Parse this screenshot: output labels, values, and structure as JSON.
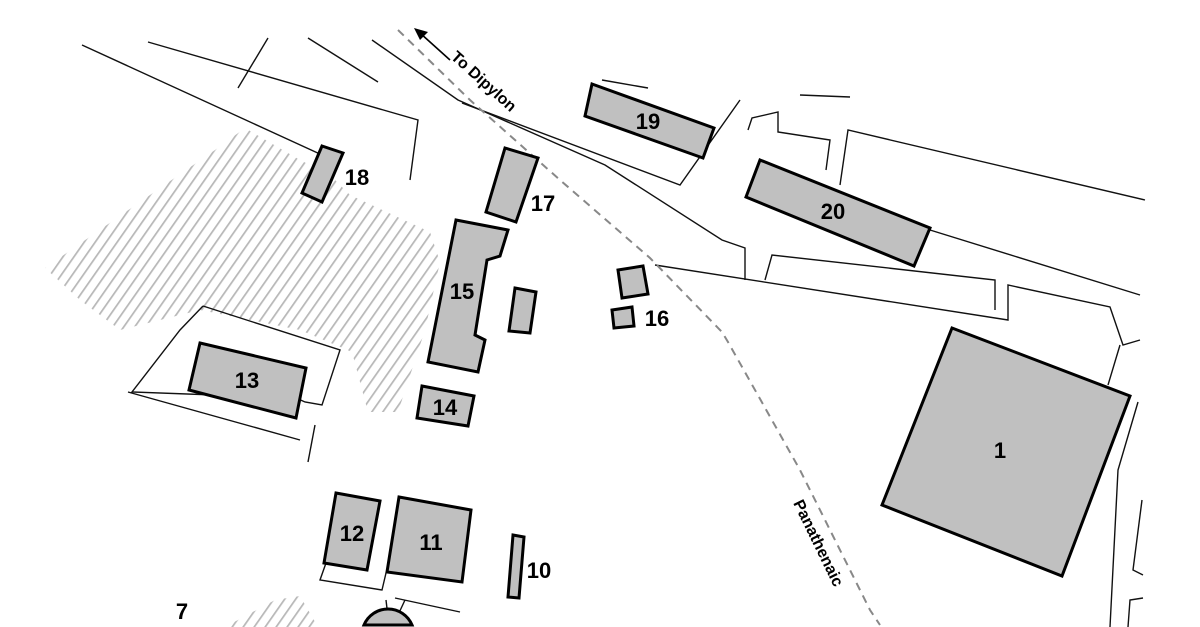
{
  "map": {
    "road_labels": {
      "dipylon": "To Dipylon",
      "panathenaic": "Panathenaic"
    },
    "buildings": {
      "b1": "1",
      "b7": "7",
      "b10": "10",
      "b11": "11",
      "b12": "12",
      "b13": "13",
      "b14": "14",
      "b15": "15",
      "b16": "16",
      "b17": "17",
      "b18": "18",
      "b19": "19",
      "b20": "20"
    },
    "colors": {
      "building_fill": "#c0c0c0",
      "hatch": "#b8b8b8",
      "path": "#888888"
    }
  }
}
